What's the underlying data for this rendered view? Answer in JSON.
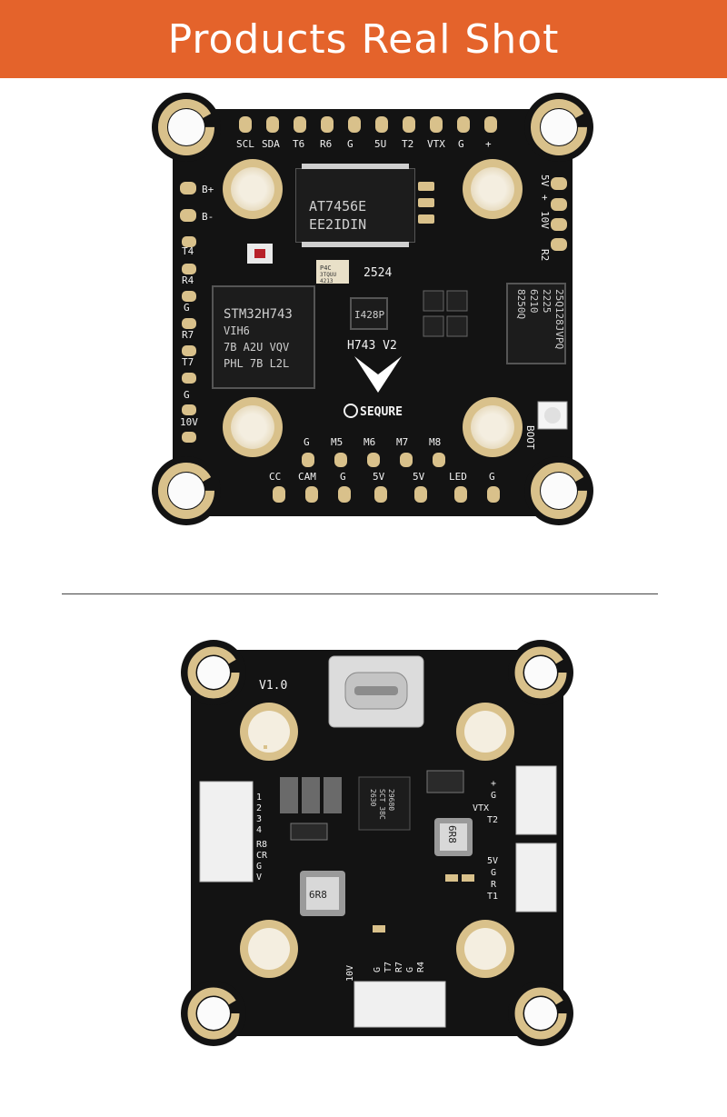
{
  "banner": {
    "title": "Products Real Shot",
    "color": "#e4632b"
  },
  "top_board": {
    "pad_labels_top": [
      "SCL",
      "SDA",
      "T6",
      "R6",
      "G",
      "5U",
      "T2",
      "VTX",
      "G",
      "+"
    ],
    "pad_labels_left": [
      "B+",
      "B-",
      "T4",
      "R4",
      "G",
      "R7",
      "T7",
      "G",
      "10V"
    ],
    "pad_labels_right": [
      "5V",
      "+",
      "10V",
      "R2"
    ],
    "pad_labels_motor": [
      "G",
      "M5",
      "M6",
      "M7",
      "M8"
    ],
    "pad_labels_bottom": [
      "CC",
      "CAM",
      "G",
      "5V",
      "5V",
      "LED",
      "G"
    ],
    "mcu_lines": [
      "STM32H743",
      "VIH6",
      "7B A2U VQV",
      "PHL 7B L2L"
    ],
    "osd_lines": [
      "AT7456E",
      "EE2IDIN"
    ],
    "flash_lines": [
      "25Q128JVPQ",
      "2225",
      "6210",
      "8250Q"
    ],
    "gyro_lines": [
      "P4C",
      "3TQUU",
      "4213"
    ],
    "chip_small": "I428P",
    "marking_2524": "2524",
    "model_label": "H743 V2",
    "brand": "SEQURE",
    "boot_label": "BOOT"
  },
  "bottom_board": {
    "version": "V1.0",
    "left_labels": [
      "1",
      "2",
      "3",
      "4",
      "R8",
      "CR",
      "G",
      "V"
    ],
    "right_top_labels": [
      "+",
      "G",
      "VTX",
      "T2"
    ],
    "right_bottom_labels": [
      "5V",
      "G",
      "R",
      "T1"
    ],
    "bottom_labels": [
      "10V",
      "G",
      "T7",
      "R7",
      "G",
      "R4"
    ],
    "inductor_a": "6R8",
    "inductor_b": "6R8",
    "ic_lines": [
      "2630",
      "SCT 38C",
      "29680"
    ]
  },
  "colors": {
    "pcb": "#141414",
    "pad_gold": "#d9c18b",
    "silkscreen": "#f2f2f2"
  }
}
